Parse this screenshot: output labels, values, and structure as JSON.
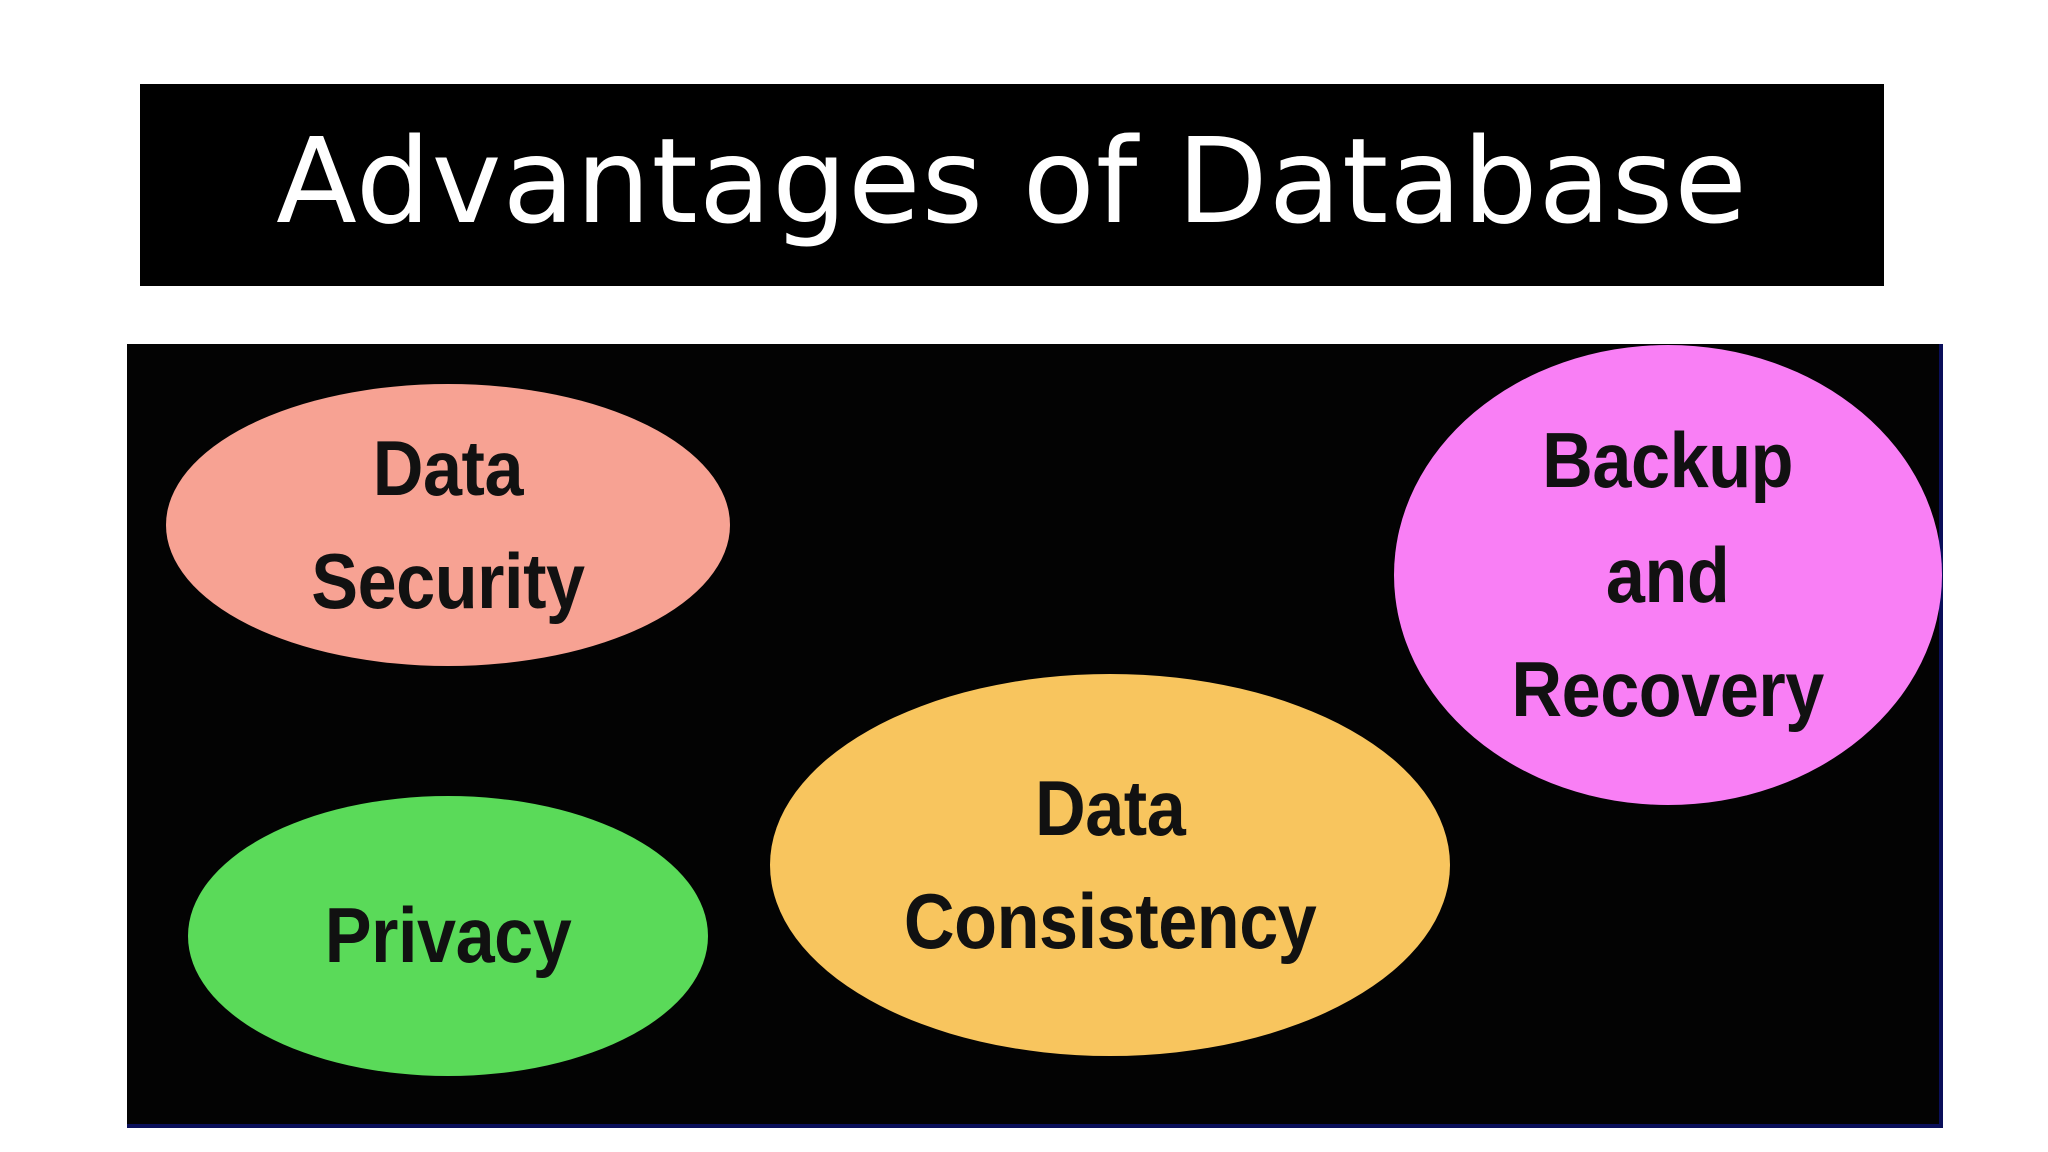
{
  "slide": {
    "title": "Advantages of Database"
  },
  "bubbles": [
    {
      "label": "Data\nSecurity",
      "color": "#f7a293"
    },
    {
      "label": "Backup\nand\nRecovery",
      "color": "#f97ff5"
    },
    {
      "label": "Data\nConsistency",
      "color": "#f8c55e"
    },
    {
      "label": "Privacy",
      "color": "#5ada59"
    }
  ],
  "colors": {
    "title_background": "#000000",
    "title_text": "#ffffff",
    "panel_background": "#030303",
    "panel_border": "#0a0f5a",
    "page_background": "#ffffff"
  }
}
